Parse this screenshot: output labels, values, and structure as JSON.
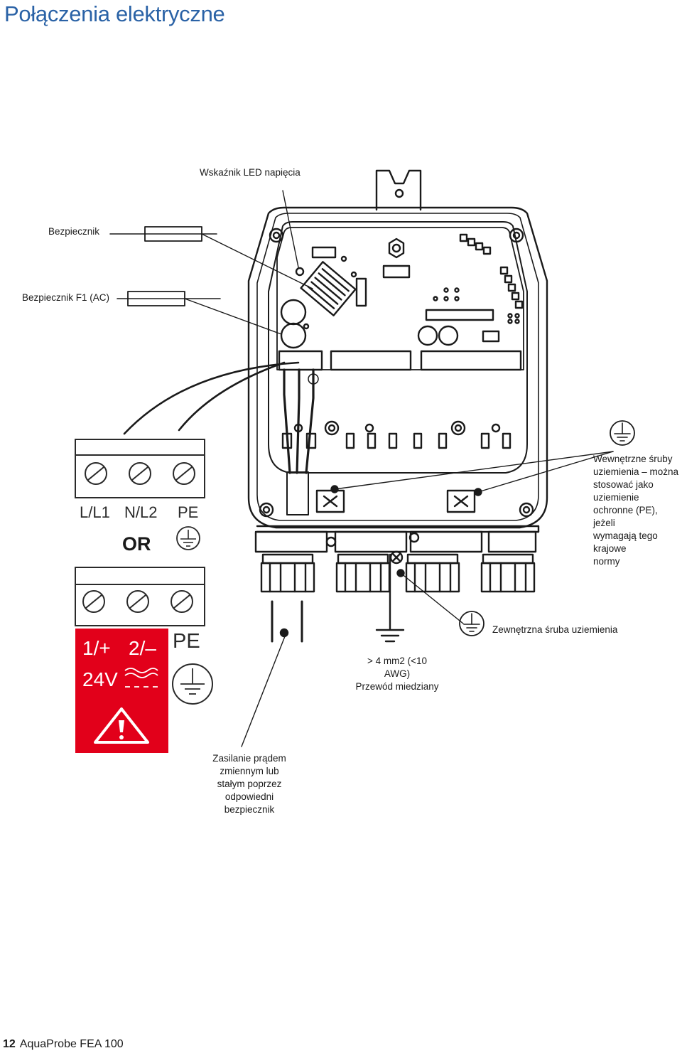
{
  "title": "Połączenia elektryczne",
  "labels": {
    "led": "Wskaźnik LED napięcia",
    "fuse": "Bezpiecznik",
    "fuse_f1": "Bezpiecznik F1 (AC)",
    "internal_screws": [
      "Wewnętrzne śruby",
      "uziemienia – można",
      "stosować jako",
      "uziemienie",
      "ochronne (PE), jeżeli",
      "wymagają tego",
      "krajowe",
      "normy"
    ],
    "external_screw": "Zewnętrzna śruba uziemienia",
    "copper_wire": [
      "> 4 mm2 (<10 AWG)",
      "Przewód miedziany"
    ],
    "supply": [
      "Zasilanie prądem",
      "zmiennym lub",
      "stałym poprzez",
      "odpowiedni",
      "bezpiecznik"
    ]
  },
  "terminals_ac": {
    "l1": "L/L1",
    "n2": "N/L2",
    "pe": "PE"
  },
  "or": "OR",
  "terminals_dc": {
    "p1": "1/+",
    "p2": "2/–",
    "pe": "PE",
    "voltage": "24V"
  },
  "colors": {
    "warning_red": "#e2001a",
    "title_blue": "#2a62a6"
  },
  "footer": {
    "page": "12",
    "product": "AquaProbe FEA 100"
  }
}
